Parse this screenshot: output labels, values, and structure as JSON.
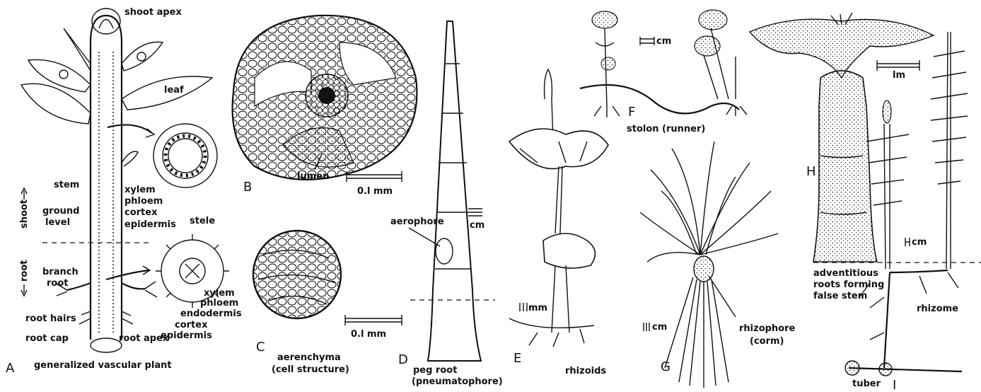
{
  "panel_a": {
    "letter": "A",
    "shoot_apex": "shoot apex",
    "leaf": "leaf",
    "stem": "stem",
    "xylem": "xylem",
    "phloem": "phloem",
    "cortex": "cortex",
    "epidermis": "epidermis",
    "stele": "stele",
    "shoot": "shoot",
    "ground_level_1": "ground",
    "ground_level_2": "level",
    "root": "root",
    "branch_root_1": "branch",
    "branch_root_2": "root",
    "root_xylem": "xylem",
    "root_phloem": "phloem",
    "endodermis": "endodermis",
    "root_cortex": "cortex",
    "root_epidermis": "epidermis",
    "root_hairs": "root hairs",
    "root_cap": "root cap",
    "root_apex": "root apex",
    "caption": "generalized vascular plant"
  },
  "panel_b": {
    "letter": "B",
    "lumen": "lumen",
    "scale": "0.l mm"
  },
  "panel_c": {
    "letter": "C",
    "scale": "0.l mm",
    "caption_1": "aerenchyma",
    "caption_2": "(cell structure)"
  },
  "panel_d": {
    "letter": "D",
    "aerophore": "aerophore",
    "scale": "cm",
    "caption_1": "peg root",
    "caption_2": "(pneumatophore)"
  },
  "panel_e": {
    "letter": "E",
    "scale": "mm",
    "rhizoids": "rhizoids"
  },
  "panel_f": {
    "letter": "F",
    "scale": "cm",
    "stolon": "stolon (runner)"
  },
  "panel_g": {
    "letter": "G",
    "scale": "cm",
    "rhizophore_1": "rhizophore",
    "rhizophore_2": "(corm)"
  },
  "panel_h": {
    "letter": "H",
    "scale": "lm",
    "adv_1": "adventitious",
    "adv_2": "roots forming",
    "adv_3": "false stem"
  },
  "panel_i": {
    "letter": "I",
    "scale": "cm",
    "rhizome": "rhizome",
    "tuber": "tuber"
  }
}
